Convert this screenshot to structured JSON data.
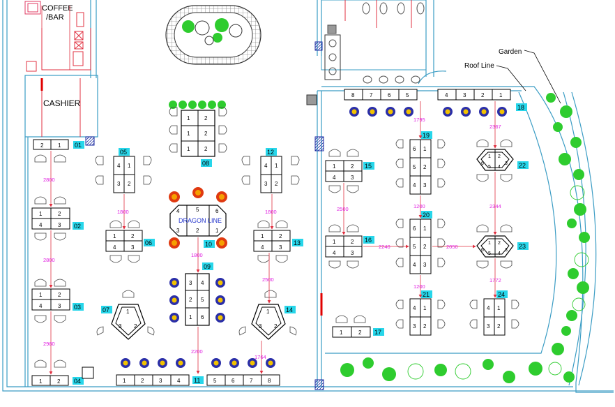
{
  "labels": {
    "coffee_bar_line1": "COFFEE",
    "coffee_bar_line2": "/BAR",
    "cashier": "CASHIER",
    "dragon_line": "DRAGON LINE",
    "garden": "Garden",
    "roof_line": "Roof Line"
  },
  "tables": [
    "01",
    "02",
    "03",
    "04",
    "05",
    "06",
    "07",
    "08",
    "09",
    "10",
    "11",
    "12",
    "13",
    "14",
    "15",
    "16",
    "17",
    "18",
    "19",
    "20",
    "21",
    "22",
    "23",
    "24"
  ],
  "dimensions": [
    "2800",
    "2800",
    "2980",
    "1800",
    "1800",
    "1800",
    "2200",
    "2500",
    "1764",
    "1795",
    "1200",
    "1200",
    "2500",
    "2240",
    "2050",
    "2367",
    "2344",
    "1772"
  ],
  "seat_numbers": {
    "t01": [
      "2",
      "1"
    ],
    "t02": [
      "1",
      "2",
      "4",
      "3"
    ],
    "t03": [
      "1",
      "2",
      "4",
      "3"
    ],
    "t04": [
      "1",
      "2"
    ],
    "t05": [
      "4",
      "1",
      "3",
      "2"
    ],
    "t06": [
      "1",
      "2",
      "4",
      "3"
    ],
    "t07": [
      "1",
      "2",
      "3"
    ],
    "t08": [
      "1",
      "1",
      "1",
      "2",
      "2",
      "2"
    ],
    "t09": [
      "3",
      "4",
      "2",
      "5",
      "1",
      "6"
    ],
    "t10": [
      "4",
      "5",
      "6",
      "3",
      "2",
      "1"
    ],
    "t11": [
      "1",
      "2",
      "3",
      "4",
      "5",
      "6",
      "7",
      "8"
    ],
    "t12": [
      "4",
      "1",
      "3",
      "2"
    ],
    "t13": [
      "1",
      "2",
      "4",
      "3"
    ],
    "t14": [
      "1",
      "2",
      "3"
    ],
    "t15": [
      "1",
      "2",
      "4",
      "3"
    ],
    "t16": [
      "1",
      "2",
      "4",
      "3"
    ],
    "t17": [
      "1",
      "2"
    ],
    "t18": [
      "8",
      "7",
      "6",
      "5",
      "4",
      "3",
      "2",
      "1"
    ],
    "t19": [
      "6",
      "1",
      "5",
      "2",
      "4",
      "3"
    ],
    "t20": [
      "6",
      "1",
      "5",
      "2",
      "4",
      "3"
    ],
    "t21": [
      "4",
      "1",
      "3",
      "2"
    ],
    "t22": [
      "1",
      "2",
      "3",
      "4",
      "5",
      "6"
    ],
    "t23": [
      "1",
      "2",
      "3",
      "4",
      "5",
      "6"
    ],
    "t24": [
      "4",
      "1",
      "3",
      "2"
    ]
  },
  "colors": {
    "wall": "#3a9cc4",
    "table_tag": "#27d6ea",
    "dimension": "#e020e0",
    "plant": "#2ecc2e",
    "lamp_blue": "#2b2fa8",
    "lamp_yellow": "#f2c200",
    "lamp_red": "#e03a10",
    "lamp_orange": "#f5a000",
    "counter": "#e03040"
  }
}
